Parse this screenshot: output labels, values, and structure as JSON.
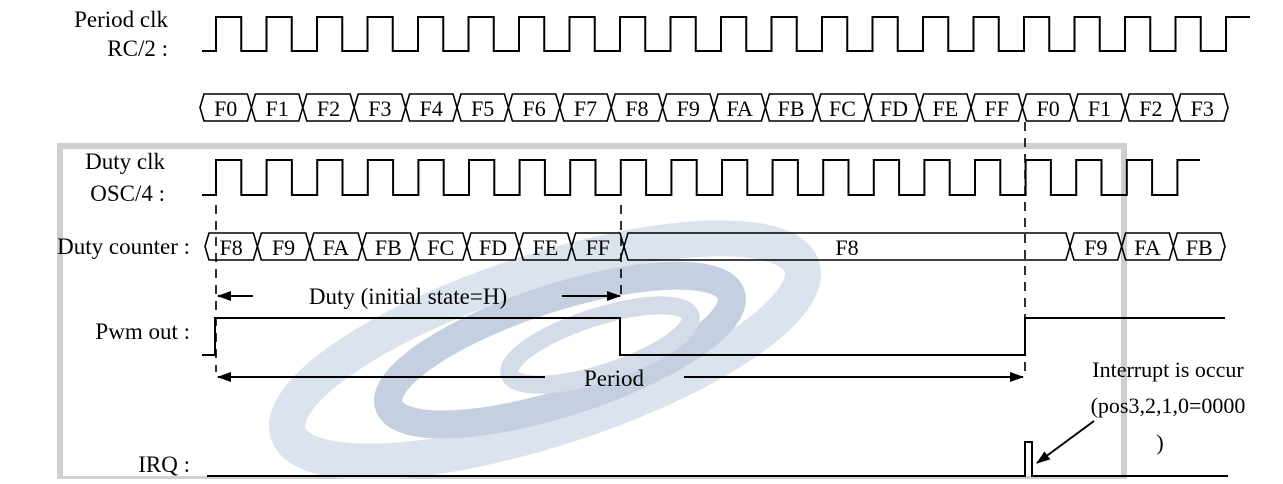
{
  "labels": {
    "period_clk_1": "Period clk",
    "period_clk_2": "RC/2 :",
    "duty_clk_1": "Duty clk",
    "duty_clk_2": "OSC/4 :",
    "duty_counter": "Duty counter :",
    "pwm_out": "Pwm out :",
    "irq": "IRQ :"
  },
  "period_counter": [
    "F0",
    "F1",
    "F2",
    "F3",
    "F4",
    "F5",
    "F6",
    "F7",
    "F8",
    "F9",
    "FA",
    "FB",
    "FC",
    "FD",
    "FE",
    "FF",
    "F0",
    "F1",
    "F2",
    "F3"
  ],
  "duty_counter_a": [
    "F8",
    "F9",
    "FA",
    "FB",
    "FC",
    "FD",
    "FE",
    "FF"
  ],
  "duty_counter_hold": "F8",
  "duty_counter_b": [
    "F9",
    "FA",
    "FB"
  ],
  "annotations": {
    "duty": "Duty (initial state=H)",
    "period": "Period",
    "interrupt_1": "Interrupt is occur",
    "interrupt_2": "(pos3,2,1,0=0000",
    "interrupt_3": ")"
  },
  "colors": {
    "line": "#000000",
    "watermark_light": "#dfe6ef",
    "watermark_dark": "#b9c5d6",
    "frame": "#c9c9c9"
  }
}
